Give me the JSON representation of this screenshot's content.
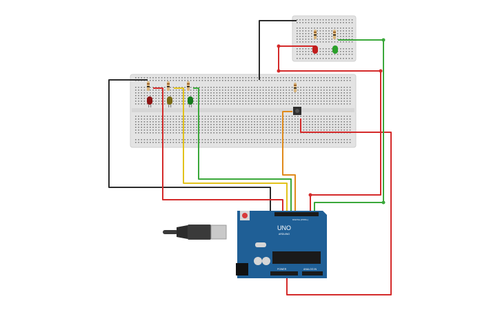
{
  "board": {
    "model_label": "UNO",
    "brand_label": "ARDUINO",
    "digital_label": "DIGITAL (PWM~)",
    "power_label": "POWER",
    "analog_label": "ANALOG IN",
    "color": "#1f5f96"
  },
  "wire_colors": {
    "black": "#2b2b2b",
    "red": "#d42a2a",
    "yellow": "#e2c21a",
    "green": "#3aa83a",
    "orange": "#e08a1a"
  },
  "leds": {
    "main": [
      "red",
      "yellow",
      "green"
    ],
    "small": [
      "red",
      "green"
    ]
  },
  "icons": [
    "usb-cable-icon",
    "pushbutton-icon",
    "reset-button-icon",
    "power-jack-icon"
  ]
}
